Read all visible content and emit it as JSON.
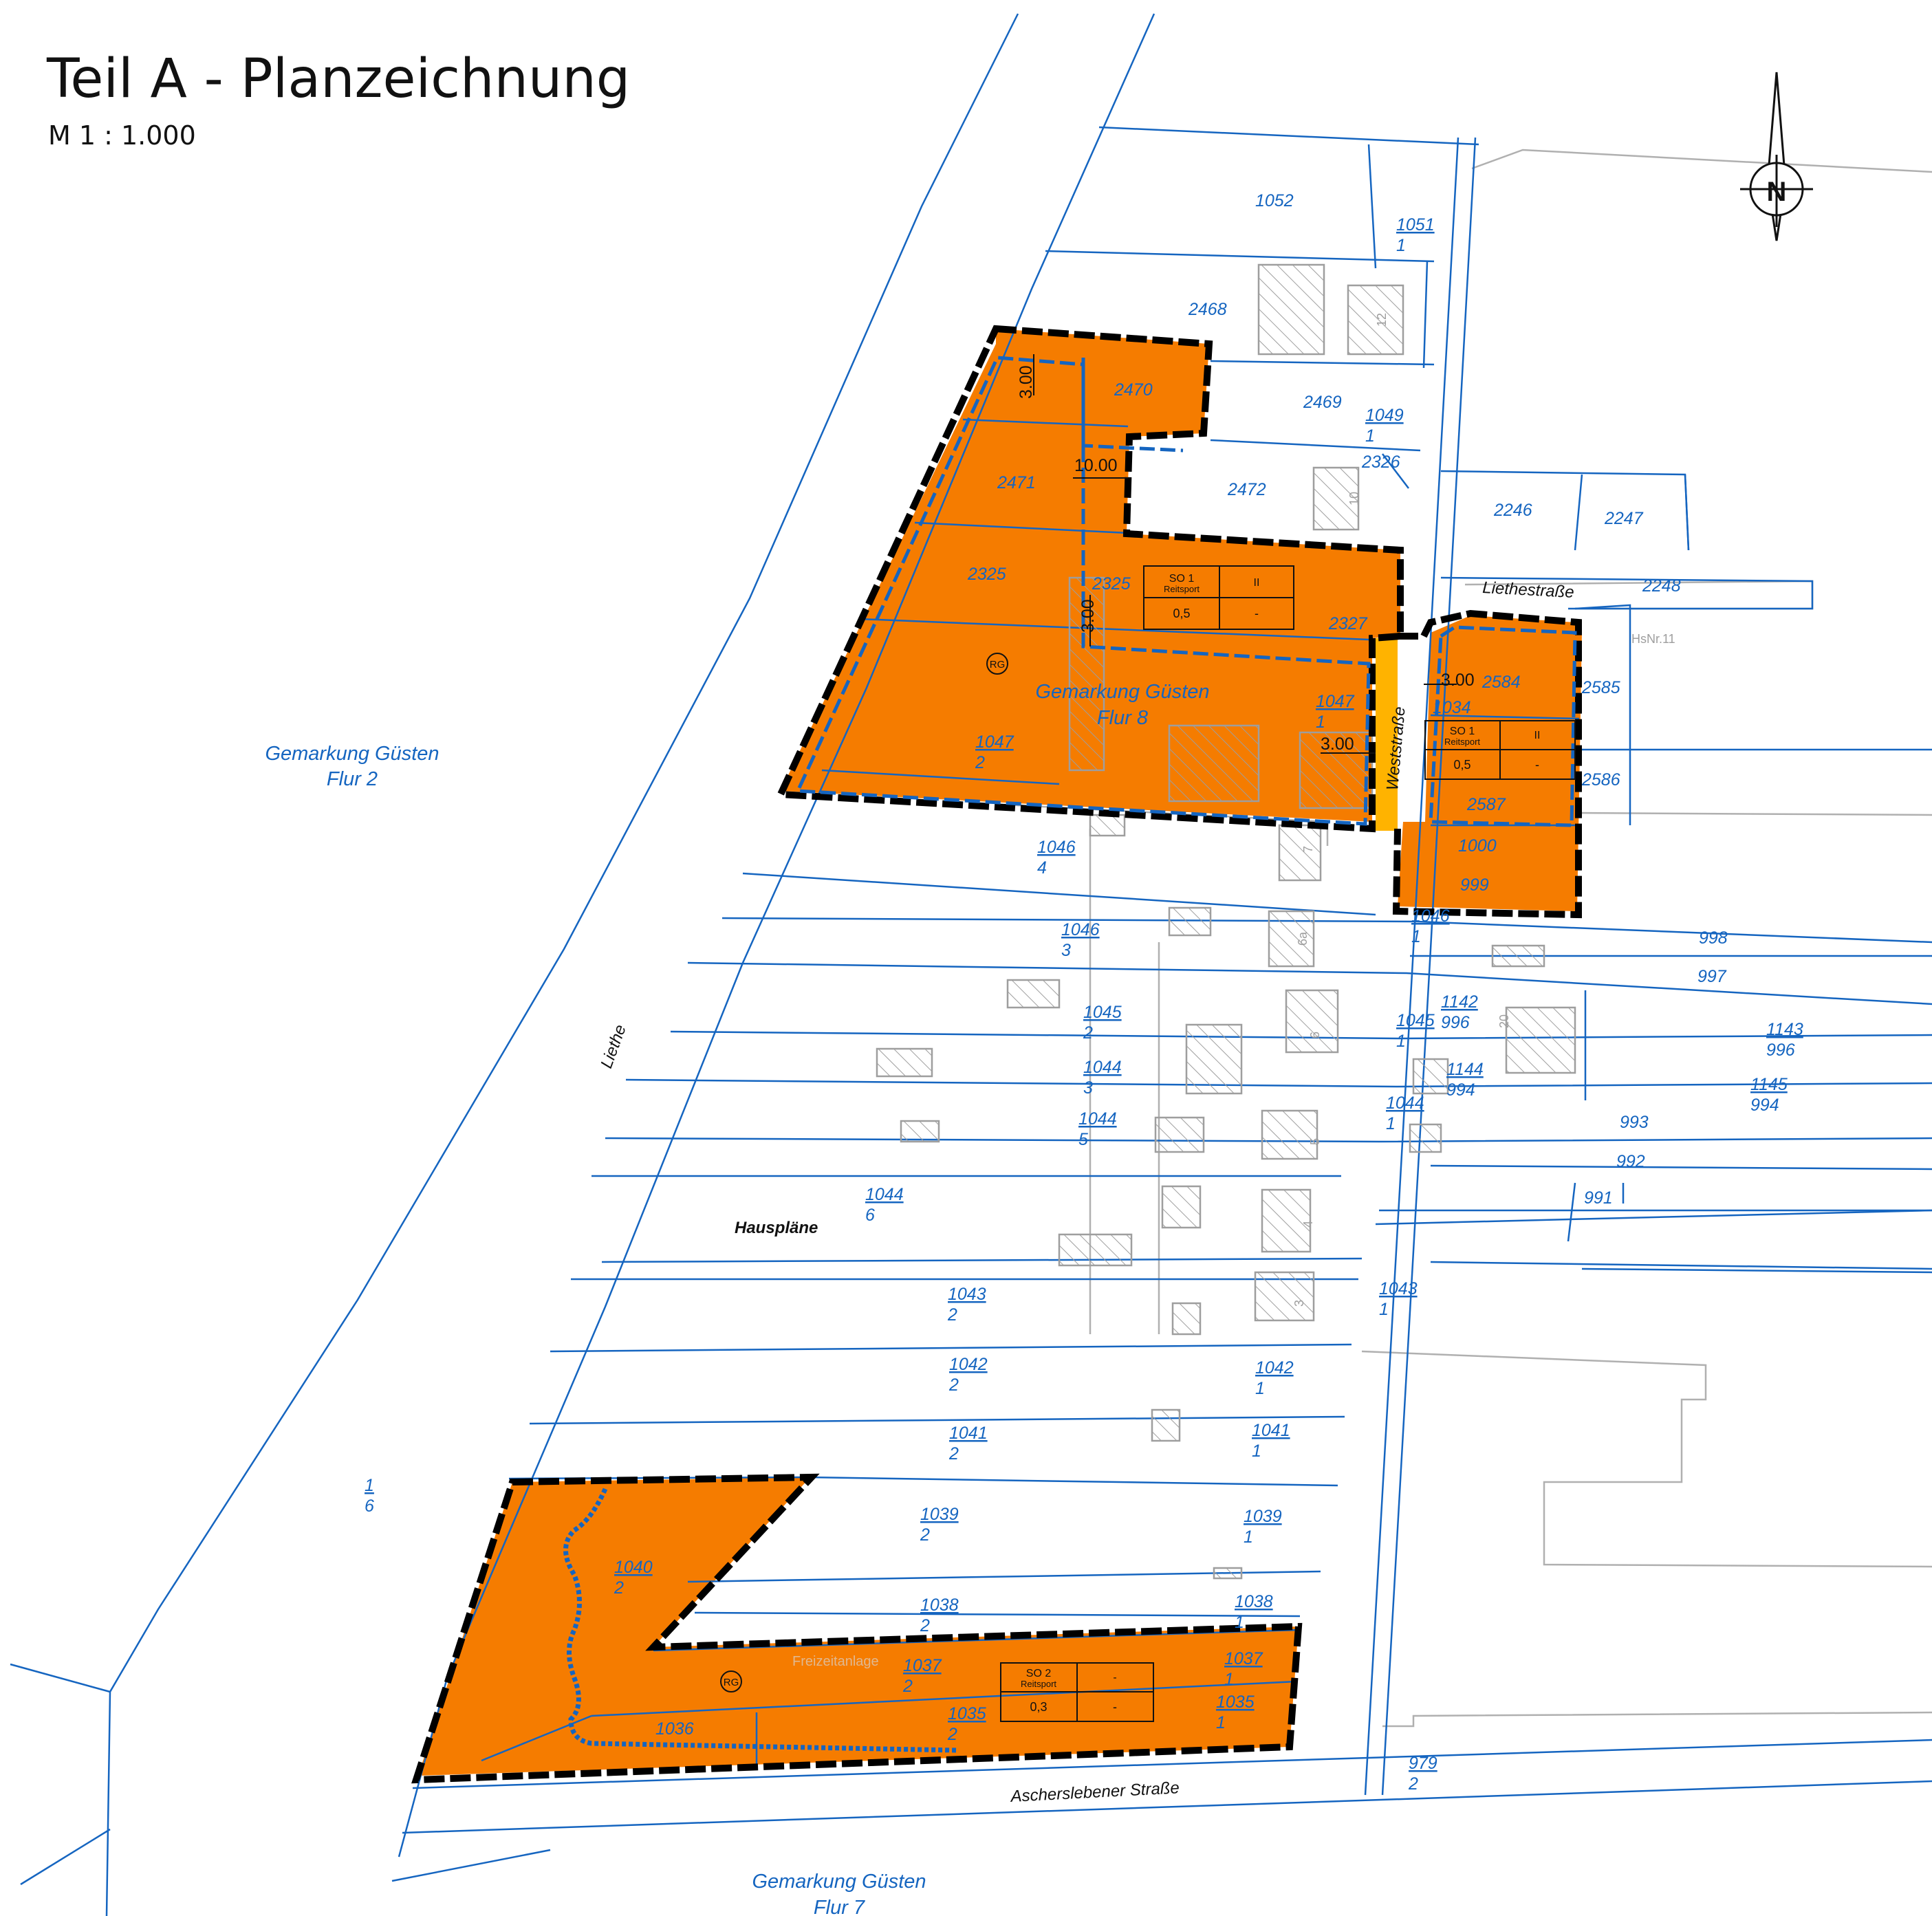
{
  "header": {
    "title": "Teil A - Planzeichnung",
    "scale": "M 1 : 1.000"
  },
  "north_arrow": {
    "letter": "N"
  },
  "districts": [
    {
      "line1": "Gemarkung Güsten",
      "line2": "Flur 2"
    },
    {
      "line1": "Gemarkung Güsten",
      "line2": "Flur 8"
    },
    {
      "line1": "Gemarkung Güsten",
      "line2": "Flur 7"
    }
  ],
  "streets": {
    "liethe": "Liethe",
    "liethestrasse": "Liethestraße",
    "weststrasse": "Weststraße",
    "aschersleben": "Aschersleben­er Straße",
    "hausplaene": "Hauspläne",
    "freizeitanlage": "Freizeitanlage",
    "hsnr": "HsNr.11"
  },
  "parcels": {
    "p1052": "1052",
    "p1051n": "1051",
    "p1051d": "1",
    "p2468": "2468",
    "p2470": "2470",
    "p2469": "2469",
    "p1049n": "1049",
    "p1049d": "1",
    "p2471": "2471",
    "p2326": "2326",
    "p2472": "2472",
    "p2246": "2246",
    "p2247": "2247",
    "p2325a": "2325",
    "p2325b": "2325",
    "p2248": "2248",
    "p2327": "2327",
    "p2584": "2584",
    "p2585": "2585",
    "p2586": "2586",
    "p2587": "2587",
    "p1034": "1034",
    "p1047an": "1047",
    "p1047ad": "1",
    "p1047bn": "1047",
    "p1047bd": "2",
    "p1000": "1000",
    "p999": "999",
    "p1046an": "1046",
    "p1046ad": "4",
    "p1046bn": "1046",
    "p1046bd": "3",
    "p1046cn": "1046",
    "p1046cd": "1",
    "p998": "998",
    "p997": "997",
    "p1045an": "1045",
    "p1045ad": "2",
    "p1045bn": "1045",
    "p1045bd": "1",
    "p1142n": "1142",
    "p1142d": "996",
    "p1143n": "1143",
    "p1143d": "996",
    "p1044an": "1044",
    "p1044ad": "3",
    "p1144n": "1144",
    "p1144d": "994",
    "p1145n": "1145",
    "p1145d": "994",
    "p1044bn": "1044",
    "p1044bd": "5",
    "p1044cn": "1044",
    "p1044cd": "1",
    "p993": "993",
    "p992": "992",
    "p991": "991",
    "p1044dn": "1044",
    "p1044dd": "6",
    "p1043an": "1043",
    "p1043ad": "2",
    "p1043bn": "1043",
    "p1043bd": "1",
    "p1042an": "1042",
    "p1042ad": "2",
    "p1042bn": "1042",
    "p1042bd": "1",
    "p1041an": "1041",
    "p1041ad": "2",
    "p1041bn": "1041",
    "p1041bd": "1",
    "p1n": "1",
    "p1d": "6",
    "p1039an": "1039",
    "p1039ad": "2",
    "p1039bn": "1039",
    "p1039bd": "1",
    "p1040n": "1040",
    "p1040d": "2",
    "p1038an": "1038",
    "p1038ad": "2",
    "p1038bn": "1038",
    "p1038bd": "1",
    "p1037an": "1037",
    "p1037ad": "2",
    "p1037bn": "1037",
    "p1037bd": "1",
    "p1035an": "1035",
    "p1035ad": "2",
    "p1035bn": "1035",
    "p1035bd": "1",
    "p1036": "1036",
    "p979n": "979",
    "p979d": "2"
  },
  "house_numbers": [
    "12",
    "10",
    "6a",
    "6",
    "20",
    "5",
    "4",
    "3",
    "7"
  ],
  "dimensions": {
    "d1": "3.00",
    "d2": "10.00",
    "d3": "3.00",
    "d4": "3.00",
    "d5": "3.00"
  },
  "zoning_tables": [
    {
      "zone": "SO 1",
      "use": "Reitsport",
      "floors": "II",
      "grz": "0,5",
      "other": "-"
    },
    {
      "zone": "SO 1",
      "use": "Reitsport",
      "floors": "II",
      "grz": "0,5",
      "other": "-"
    },
    {
      "zone": "SO 2",
      "use": "Reitsport",
      "floors": "-",
      "grz": "0,3",
      "other": "-"
    }
  ],
  "markers": {
    "rg": "RG"
  },
  "colors": {
    "parcel_line": "#1565c0",
    "building_area": "#f57c00",
    "street_strip": "#ffb300",
    "boundary": "#000000",
    "building": "#9e9e9e"
  }
}
